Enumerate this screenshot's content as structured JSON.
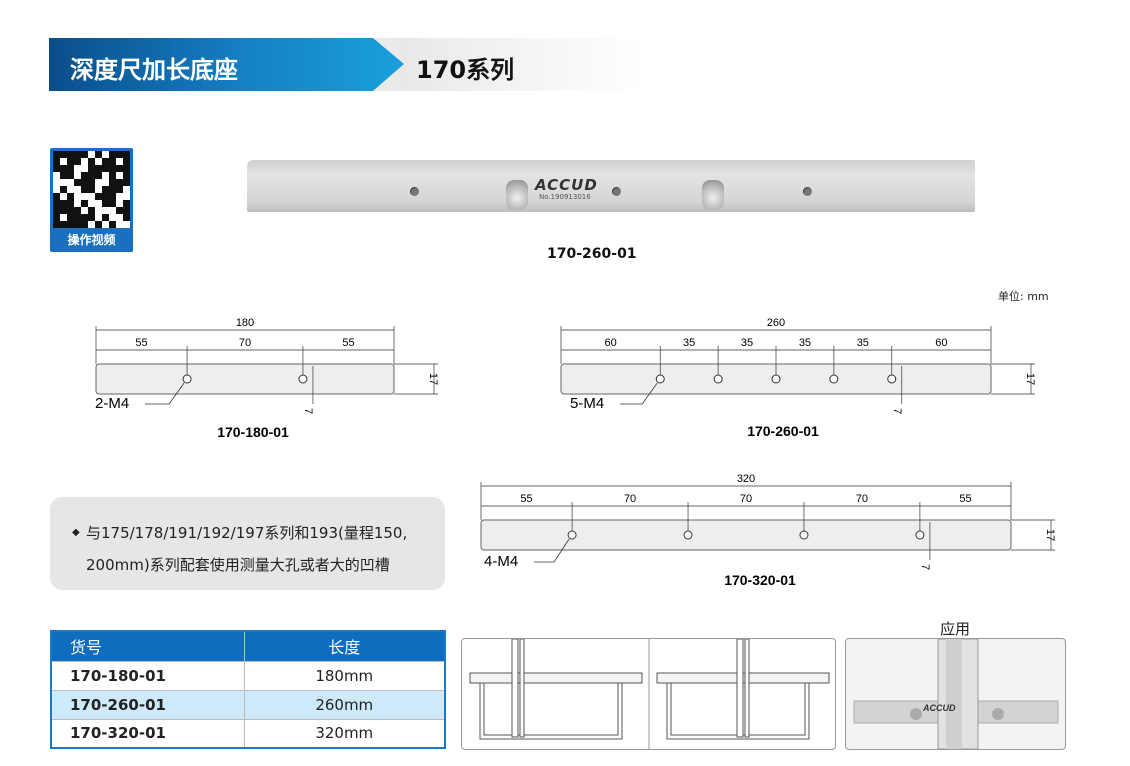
{
  "header": {
    "title": "深度尺加长底座",
    "series": "170系列"
  },
  "qr": {
    "caption": "操作视频"
  },
  "photo": {
    "logo": "ACCUD",
    "serial": "No.190913016",
    "label": "170-260-01"
  },
  "unit": "单位: mm",
  "drawings": [
    {
      "model": "170-180-01",
      "total": "180",
      "segments": [
        "55",
        "70",
        "55"
      ],
      "seg_values": [
        55,
        70,
        55
      ],
      "height": "17",
      "offset": "7",
      "thread": "2-M4"
    },
    {
      "model": "170-260-01",
      "total": "260",
      "segments": [
        "60",
        "35",
        "35",
        "35",
        "35",
        "60"
      ],
      "seg_values": [
        60,
        35,
        35,
        35,
        35,
        60
      ],
      "height": "17",
      "offset": "7",
      "thread": "5-M4"
    },
    {
      "model": "170-320-01",
      "total": "320",
      "segments": [
        "55",
        "70",
        "70",
        "70",
        "55"
      ],
      "seg_values": [
        55,
        70,
        70,
        70,
        55
      ],
      "height": "17",
      "offset": "7",
      "thread": "4-M4"
    }
  ],
  "note": {
    "line1": "与175/178/191/192/197系列和193(量程150,",
    "line2": "200mm)系列配套使用测量大孔或者大的凹槽"
  },
  "table": {
    "headers": [
      "货号",
      "长度"
    ],
    "rows": [
      [
        "170-180-01",
        "180mm"
      ],
      [
        "170-260-01",
        "260mm"
      ],
      [
        "170-320-01",
        "320mm"
      ]
    ]
  },
  "application": {
    "label": "应用",
    "logo": "ACCUD"
  }
}
